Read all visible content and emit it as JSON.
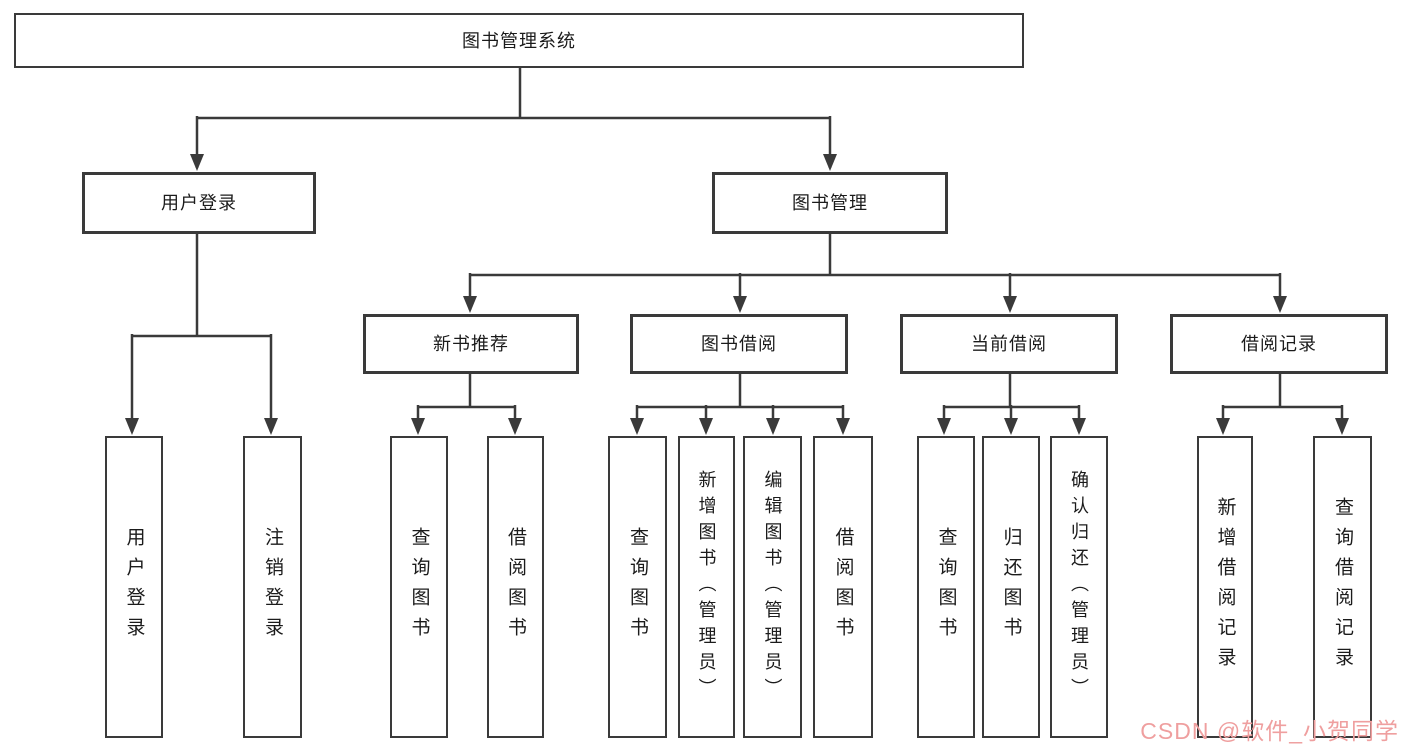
{
  "colors": {
    "line": "#3a3a3a",
    "box_background": "#ffffff",
    "text": "#1b1b1b",
    "watermark": "#ef9f9f"
  },
  "tree": {
    "root": "图书管理系统",
    "branches": [
      {
        "label": "用户登录",
        "children": [
          "用户登录",
          "注销登录"
        ]
      },
      {
        "label": "图书管理",
        "children": [
          {
            "label": "新书推荐",
            "children": [
              "查询图书",
              "借阅图书"
            ]
          },
          {
            "label": "图书借阅",
            "children": [
              "查询图书",
              "新增图书（管理员）",
              "编辑图书（管理员）",
              "借阅图书"
            ]
          },
          {
            "label": "当前借阅",
            "children": [
              "查询图书",
              "归还图书",
              "确认归还（管理员）"
            ]
          },
          {
            "label": "借阅记录",
            "children": [
              "新增借阅记录",
              "查询借阅记录"
            ]
          }
        ]
      }
    ]
  },
  "watermark": "CSDN @软件_小贺同学"
}
